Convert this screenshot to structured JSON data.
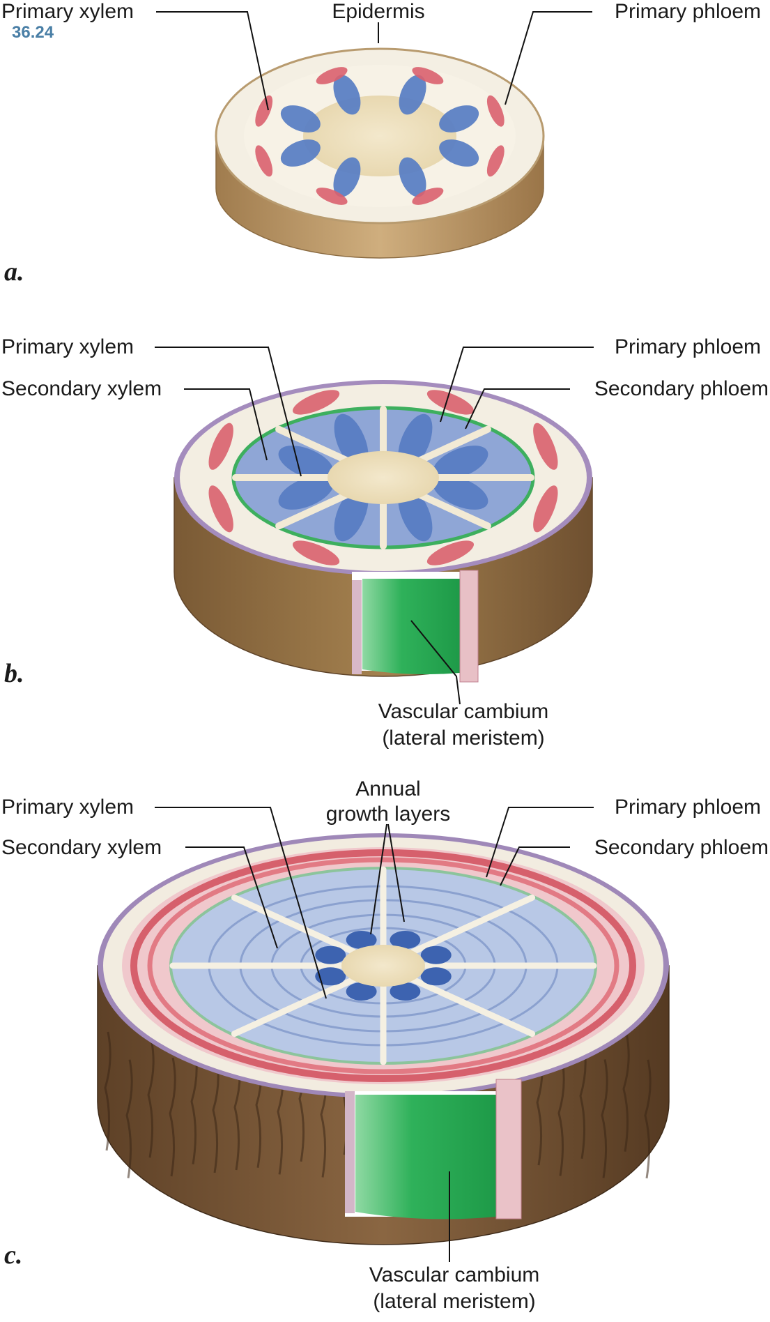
{
  "figure_number": "36.24",
  "colors": {
    "xylem_blue": "#5b7fc4",
    "secondary_xylem": "#9fb4dc",
    "phloem_red": "#d9606e",
    "pith": "#efe3c4",
    "cortex": "#f3efe4",
    "bark": "#b89363",
    "cambium_green": "#35b860",
    "periderm_purple": "#a78bbb",
    "fignum_blue": "#4a7fa6"
  },
  "panel_a": {
    "letter": "a.",
    "labels": {
      "primary_xylem": "Primary xylem",
      "epidermis": "Epidermis",
      "primary_phloem": "Primary phloem"
    }
  },
  "panel_b": {
    "letter": "b.",
    "labels": {
      "primary_xylem": "Primary xylem",
      "secondary_xylem": "Secondary xylem",
      "primary_phloem": "Primary phloem",
      "secondary_phloem": "Secondary phloem",
      "cambium_line1": "Vascular cambium",
      "cambium_line2": "(lateral meristem)"
    }
  },
  "panel_c": {
    "letter": "c.",
    "labels": {
      "primary_xylem": "Primary xylem",
      "secondary_xylem": "Secondary xylem",
      "annual_line1": "Annual",
      "annual_line2": "growth layers",
      "primary_phloem": "Primary phloem",
      "secondary_phloem": "Secondary phloem",
      "cambium_line1": "Vascular cambium",
      "cambium_line2": "(lateral meristem)"
    }
  }
}
